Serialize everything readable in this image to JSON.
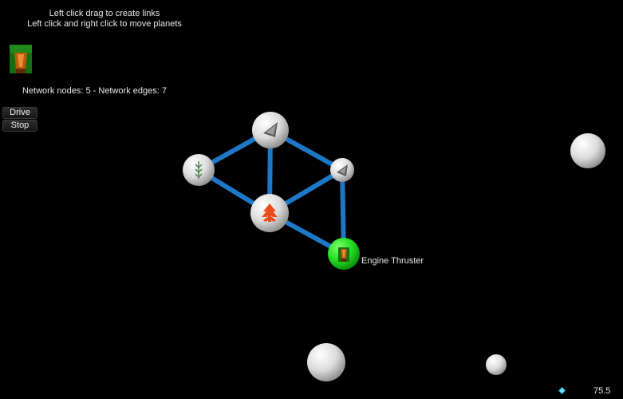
{
  "instructions": {
    "line1": "Left click drag to create links",
    "line2": "Left click and right click to move planets"
  },
  "selected_item": {
    "icon": "engine-thruster-icon"
  },
  "network_stats": "Network nodes: 5 - Network edges: 7",
  "buttons": {
    "drive": "Drive",
    "stop": "Stop"
  },
  "selected_planet": {
    "label": "Engine Thruster",
    "color": "#22dd22"
  },
  "colors": {
    "background": "#000000",
    "link": "#1e78c8",
    "planet": "#e6e6e6",
    "gem": "#22b8e8"
  },
  "planets": [
    {
      "id": "top-center",
      "icon": "hull-arrow-icon"
    },
    {
      "id": "left",
      "icon": "antenna-icon"
    },
    {
      "id": "right",
      "icon": "hull-arrow-icon"
    },
    {
      "id": "center",
      "icon": "weapon-emblem-icon"
    },
    {
      "id": "engine",
      "icon": "engine-thruster-icon"
    }
  ],
  "links": [
    [
      "top-center",
      "left"
    ],
    [
      "top-center",
      "center"
    ],
    [
      "top-center",
      "right"
    ],
    [
      "left",
      "center"
    ],
    [
      "center",
      "right"
    ],
    [
      "center",
      "engine"
    ],
    [
      "right",
      "engine"
    ]
  ],
  "resource": {
    "icon": "diamond-icon",
    "value": "75.5"
  }
}
